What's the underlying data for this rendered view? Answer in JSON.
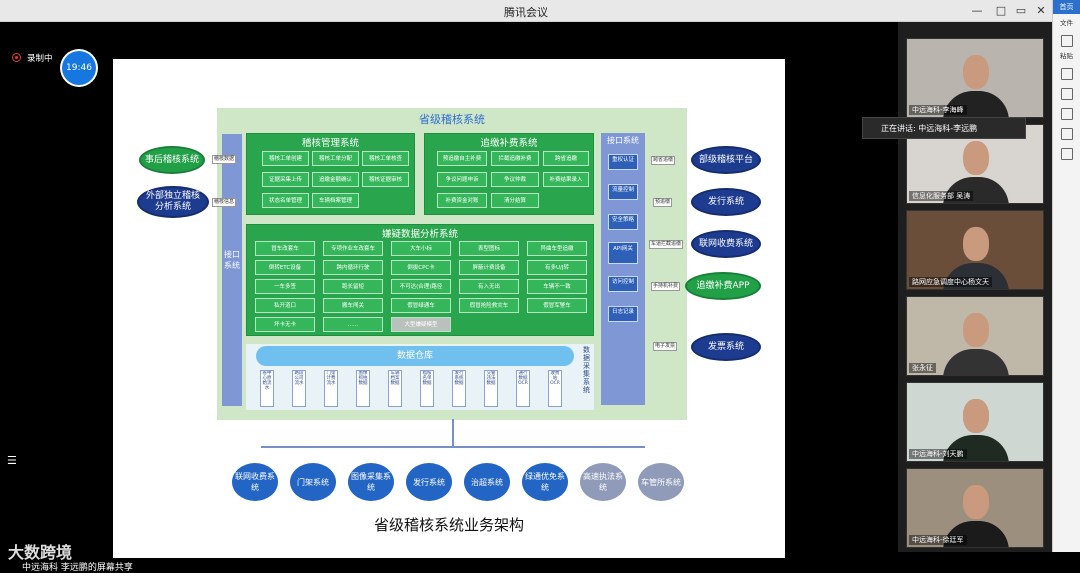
{
  "window": {
    "title": "腾讯会议",
    "controls": [
      "—",
      "□",
      "▭",
      "✕"
    ]
  },
  "side_app": {
    "tab": "首页",
    "label": "文件",
    "paste": "粘贴"
  },
  "recording": {
    "label": "录制中"
  },
  "clock": "19:46",
  "slide": {
    "diagram_title": "省级稽核系统",
    "mgmt": {
      "title": "稽核管理系统",
      "cells": [
        "稽核工单创建",
        "稽核工单分配",
        "稽核工单核查",
        "证据采集上传",
        "追缴金额确认",
        "稽核证据审核",
        "状态名单管理",
        "车辆档案管理"
      ]
    },
    "recover": {
      "title": "追缴补费系统",
      "cells": [
        "预追缴自主补费",
        "拦截追缴补费",
        "跨省追缴",
        "争议问题申诉",
        "争议仲裁",
        "补费结果录入",
        "补费资金对账",
        "清分结算"
      ]
    },
    "suspect": {
      "title": "嫌疑数据分析系统",
      "cells": [
        "冒车改套车",
        "专项作业车改套车",
        "大车小标",
        "表型图标",
        "异曲车型追缴",
        "倒转ETC设备",
        "跨内循环行驶",
        "倒拔CPC卡",
        "屏蔽计费设备",
        "有多U/J转",
        "一车多签",
        "跑长留短",
        "不可达(合理)路径",
        "有入无出",
        "车辆不一致",
        "私开道口",
        "搬车闯关",
        "假冒绿通车",
        "假冒抢险救灾车",
        "假冒军警车",
        "坏卡无卡",
        "......",
        "大型嫌疑模型"
      ]
    },
    "warehouse": {
      "title": "数据仓库",
      "inputs": [
        "省中心原始流水",
        "路段公司流水",
        "门架计费流水",
        "图像抓拍数据",
        "车辆档案数据",
        "稽核名单数据",
        "发行系统数据",
        "交警违法数据",
        "通行数据OCR",
        "收费站OCR"
      ]
    },
    "collect": "数据采集系统",
    "left_iface": "接口系统",
    "right_iface": {
      "title": "接口系统",
      "chips": [
        "重权认证",
        "流量控制",
        "安全策略",
        "API网关",
        "访问控制",
        "日志记录"
      ]
    },
    "left_nodes": [
      "事后稽核系统",
      "外部独立稽核分析系统"
    ],
    "left_arrows": [
      "稽核数据",
      "稽核信息"
    ],
    "right_nodes": [
      "部级稽核平台",
      "发行系统",
      "联网收费系统",
      "追缴补费APP",
      "发票系统"
    ],
    "right_arrows": [
      "跨省追缴",
      "预追缴",
      "车道拦截追缴",
      "手持机补费",
      "电子发票"
    ],
    "bottom_nodes": [
      "联网收费系统",
      "门架系统",
      "图像采集系统",
      "发行系统",
      "治超系统",
      "绿通优免系统",
      "高速执法系统",
      "车管所系统"
    ],
    "caption": "省级稽核系统业务架构"
  },
  "bottom_scroll": "中远海科 李远鹏的屏幕共享",
  "watermark": "大数跨境",
  "participants": [
    {
      "name": "中远海科-李海峰",
      "colors": {
        "wall": "#b9b4ad",
        "shirt": "#222"
      }
    },
    {
      "name": "信息化服务部 吴涛",
      "colors": {
        "wall": "#d8d4cf",
        "shirt": "#2a2a2a"
      }
    },
    {
      "name": "路网应急调度中心杨文天",
      "colors": {
        "wall": "#6b4e3a",
        "shirt": "#2d2f36"
      }
    },
    {
      "name": "张永征",
      "colors": {
        "wall": "#bfb7a7",
        "shirt": "#333"
      }
    },
    {
      "name": "中远海科-刘天鹏",
      "colors": {
        "wall": "#cfd7d3",
        "shirt": "#1f2a22"
      }
    },
    {
      "name": "中远海科-徐廷军",
      "colors": {
        "wall": "#9c8f7e",
        "shirt": "#1b1b1b"
      }
    }
  ],
  "speaking": "正在讲话: 中远海科-李远鹏"
}
